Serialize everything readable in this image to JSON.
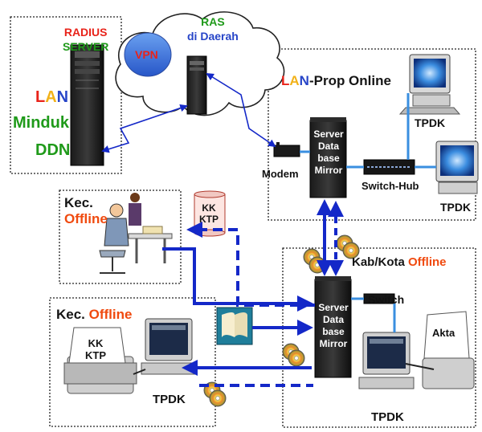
{
  "colors": {
    "red": "#e8231a",
    "green": "#1f9a1a",
    "blue": "#2745c8",
    "orange": "#f04a0f",
    "arrow_blue": "#1428c8",
    "link_cyan": "#3a8fe0",
    "dark": "#151515"
  },
  "radius": {
    "line1": "RADIUS",
    "line2": "SERVER"
  },
  "lan_minduk": {
    "lan_l": "L",
    "lan_a": "A",
    "lan_n": "N",
    "minduk": "Minduk",
    "ddn": "DDN"
  },
  "cloud": {
    "vpn": "VPN",
    "ras_line1": "RAS",
    "ras_line2": "di Daerah"
  },
  "lan_prop": {
    "lan_l": "L",
    "lan_a": "A",
    "lan_n": "N",
    "suffix": "-Prop Online"
  },
  "prop_nodes": {
    "modem": "Modem",
    "server_lines": [
      "Server",
      "Data",
      "base",
      "Mirror"
    ],
    "switch_hub": "Switch-Hub",
    "tpdk_top": "TPDK",
    "tpdk_right": "TPDK"
  },
  "kec_top": {
    "kec": "Kec.",
    "offline": "Offline"
  },
  "scroll_doc": {
    "line1": "KK",
    "line2": "KTP"
  },
  "kab_kota": {
    "prefix": "Kab/Kota ",
    "offline": "Offline"
  },
  "kab_nodes": {
    "server_lines": [
      "Server",
      "Data",
      "base",
      "Mirror"
    ],
    "switch": "Switch",
    "akta": "Akta",
    "tpdk": "TPDK"
  },
  "kec_bottom": {
    "kec": "Kec. ",
    "offline": "Offline",
    "printer_line1": "KK",
    "printer_line2": "KTP",
    "tpdk": "TPDK"
  }
}
